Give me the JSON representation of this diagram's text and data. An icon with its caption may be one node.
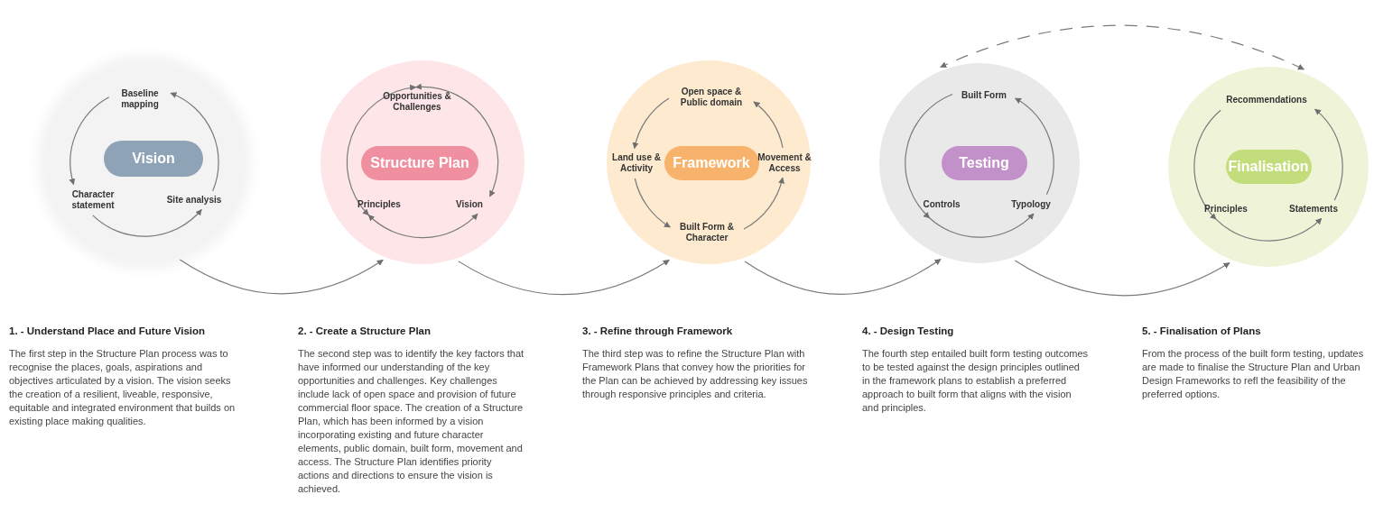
{
  "diagram": {
    "nodes": [
      {
        "text": [],
        "shape": "circle",
        "beside": [
          "1. - Understand Place and Future Vision",
          "The first step in the Structure Plan process was to recognise the places, goals, aspirations and objectives articulated by a vision. The vision seeks the creation of a resilient, liveable, responsive, equitable and integrated environment that builds on existing place making qualities."
        ]
      },
      {
        "text": [
          "Vision"
        ],
        "in": 0
      },
      {
        "text": [
          "Baseline mapping"
        ],
        "in": 0
      },
      {
        "text": [
          "Character statement"
        ],
        "in": 0
      },
      {
        "text": [
          "Site analysis"
        ],
        "in": 0
      },
      {
        "text": [],
        "shape": "circle",
        "beside": [
          "2. - Create a Structure Plan",
          "The second step was to identify the key factors that have informed our understanding of the key opportunities and challenges. Key challenges include lack of open space and provision of future commercial floor space. The creation of a Structure Plan, which has been informed by a vision incorporating existing and future character elements, public domain, built form, movement and access. The Structure Plan identifies priority actions and directions to ensure the vision is achieved."
        ]
      },
      {
        "text": [
          "Structure Plan"
        ],
        "in": 5
      },
      {
        "text": [
          "Opportunities & Challenges"
        ],
        "in": 5
      },
      {
        "text": [
          "Principles"
        ],
        "in": 5
      },
      {
        "text": [
          "Vision"
        ],
        "in": 5
      },
      {
        "text": [],
        "shape": "circle",
        "beside": [
          "3. - Refine through Framework",
          "The third step was to refine the Structure Plan with Framework Plans that convey how the priorities for the Plan can be achieved by addressing key issues through responsive principles and criteria."
        ]
      },
      {
        "text": [
          "Framework"
        ],
        "in": 10
      },
      {
        "text": [
          "Open space & Public domain"
        ],
        "in": 10
      },
      {
        "text": [
          "Land use & Activity"
        ],
        "in": 10
      },
      {
        "text": [
          "Movement & Access"
        ],
        "in": 10
      },
      {
        "text": [
          "Built Form & Character"
        ],
        "in": 10
      },
      {
        "text": [],
        "shape": "circle",
        "beside": [
          "4. - Design Testing",
          "The fourth step entailed built form testing outcomes to be tested against the design principles outlined in the framework plans to establish a preferred approach to built form that aligns with the vision and principles."
        ]
      },
      {
        "text": [
          "Testing"
        ],
        "in": 16
      },
      {
        "text": [
          "Built Form"
        ],
        "in": 16
      },
      {
        "text": [
          "Controls"
        ],
        "in": 16
      },
      {
        "text": [
          "Typology"
        ],
        "in": 16
      },
      {
        "text": [],
        "shape": "circle",
        "beside": [
          "5. - Finalisation of Plans",
          "From the process of the built form testing, updates are made to finalise the Structure Plan and Urban Design Frameworks to refl the feasibility of the preferred options."
        ]
      },
      {
        "text": [
          "Finalisation"
        ],
        "in": 21
      },
      {
        "text": [
          "Recommendations"
        ],
        "in": 21
      },
      {
        "text": [
          "Principles"
        ],
        "in": 21
      },
      {
        "text": [
          "Statements"
        ],
        "in": 21
      }
    ],
    "edges": [
      {
        "from": 2,
        "to": 3,
        "arrow": "to"
      },
      {
        "from": 3,
        "to": 4,
        "arrow": "to"
      },
      {
        "from": 4,
        "to": 2,
        "arrow": "to"
      },
      {
        "from": 8,
        "to": 7,
        "arrow": "both"
      },
      {
        "from": 7,
        "to": 9,
        "arrow": "both"
      },
      {
        "from": 8,
        "to": 9,
        "arrow": "both"
      },
      {
        "from": 12,
        "to": 13,
        "arrow": "to"
      },
      {
        "from": 13,
        "to": 15,
        "arrow": "to"
      },
      {
        "from": 15,
        "to": 14,
        "arrow": "to"
      },
      {
        "from": 14,
        "to": 12,
        "arrow": "to"
      },
      {
        "from": 18,
        "to": 19,
        "arrow": "to"
      },
      {
        "from": 19,
        "to": 20,
        "arrow": "to"
      },
      {
        "from": 20,
        "to": 18,
        "arrow": "to"
      },
      {
        "from": 23,
        "to": 24,
        "arrow": "to"
      },
      {
        "from": 24,
        "to": 25,
        "arrow": "to"
      },
      {
        "from": 25,
        "to": 23,
        "arrow": "to"
      },
      {
        "from": 0,
        "to": 5,
        "arrow": "to"
      },
      {
        "from": 5,
        "to": 10,
        "arrow": "to"
      },
      {
        "from": 10,
        "to": 16,
        "arrow": "to"
      },
      {
        "from": 16,
        "to": 21,
        "arrow": "to"
      },
      {
        "from": 21,
        "to": 16,
        "arrow": "both",
        "style": "dashed"
      }
    ]
  }
}
